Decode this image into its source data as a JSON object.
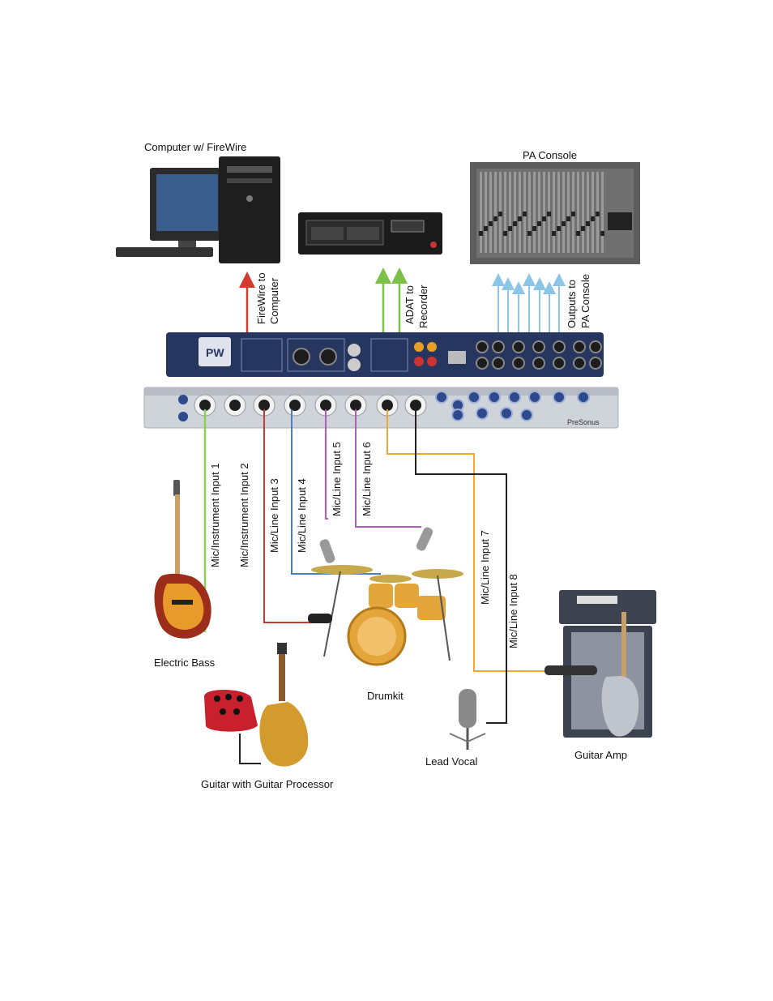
{
  "devices": {
    "computer": "Computer w/ FireWire",
    "pa_console": "PA Console",
    "electric_bass": "Electric Bass",
    "drumkit": "Drumkit",
    "guitar_processor": "Guitar with Guitar Processor",
    "lead_vocal": "Lead Vocal",
    "guitar_amp": "Guitar Amp"
  },
  "connections": {
    "firewire": [
      "FireWire to",
      "Computer"
    ],
    "adat": [
      "ADAT to",
      "Recorder"
    ],
    "outputs": [
      "Outputs to",
      "PA Console"
    ],
    "inputs": [
      "Mic/Instrument Input 1",
      "Mic/Instrument Input 2",
      "Mic/Line Input 3",
      "Mic/Line Input 4",
      "Mic/Line Input 5",
      "Mic/Line Input 6",
      "Mic/Line Input 7",
      "Mic/Line Input 8"
    ]
  },
  "brand": "PreSonus",
  "colors": {
    "firewire": "#d23a2e",
    "adat": "#7cc04a",
    "outputs": "#8cc6e6",
    "input1": "#8fce5a",
    "input2": "#c8392e",
    "input3": "#4a7fc8",
    "input4": "#b35bb8",
    "input5": "#f0a830",
    "input6": "#222222"
  }
}
